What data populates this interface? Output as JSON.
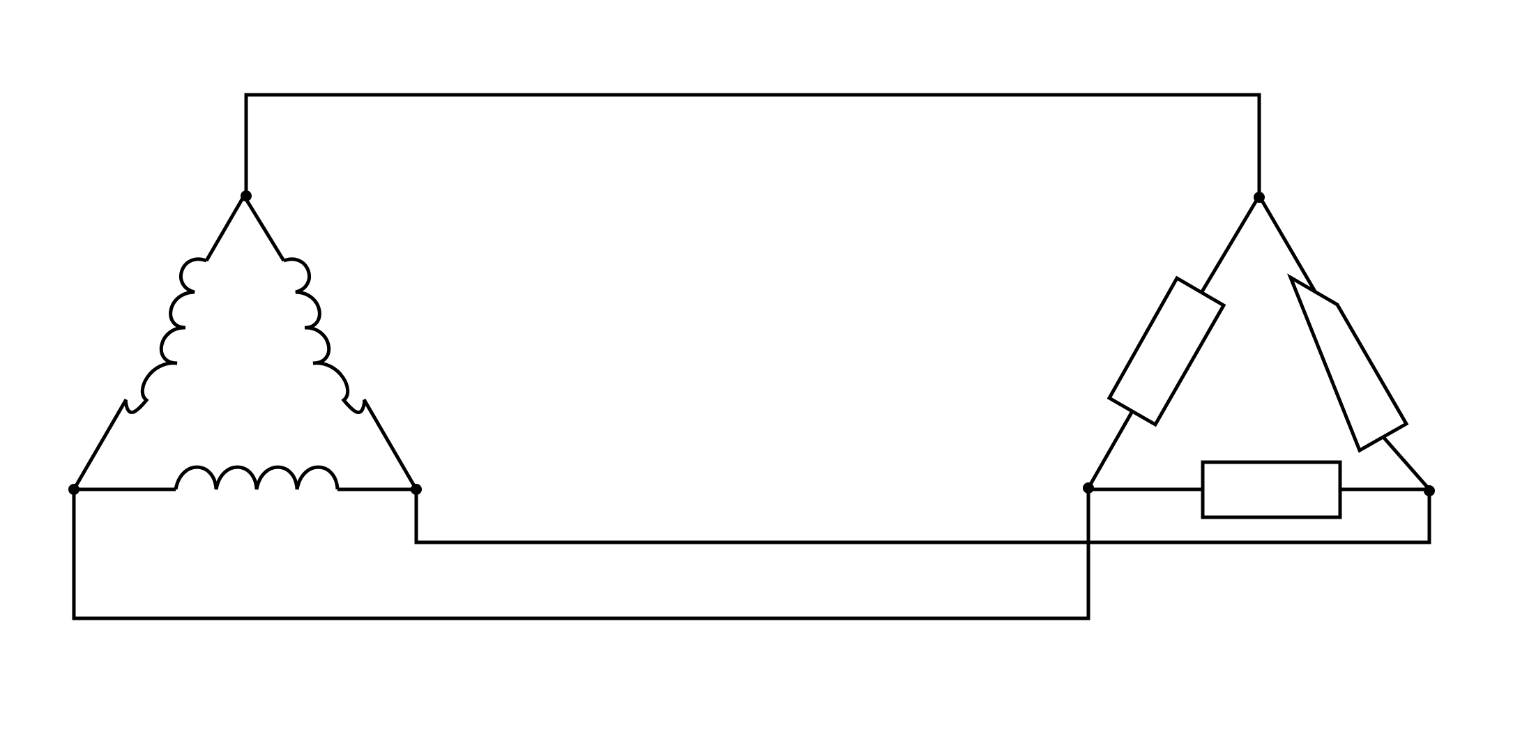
{
  "diagram": {
    "type": "delta-delta-circuit",
    "colors": {
      "background": "#ffffff",
      "stroke": "#000000"
    },
    "source": {
      "configuration": "delta",
      "element_icon": "inductor-coil-icon",
      "element_count": 3,
      "turns_per_coil": 4
    },
    "load": {
      "configuration": "delta",
      "element_icon": "resistor-box-icon",
      "element_count": 3
    },
    "connecting_lines": 3,
    "junction_nodes": 6
  }
}
